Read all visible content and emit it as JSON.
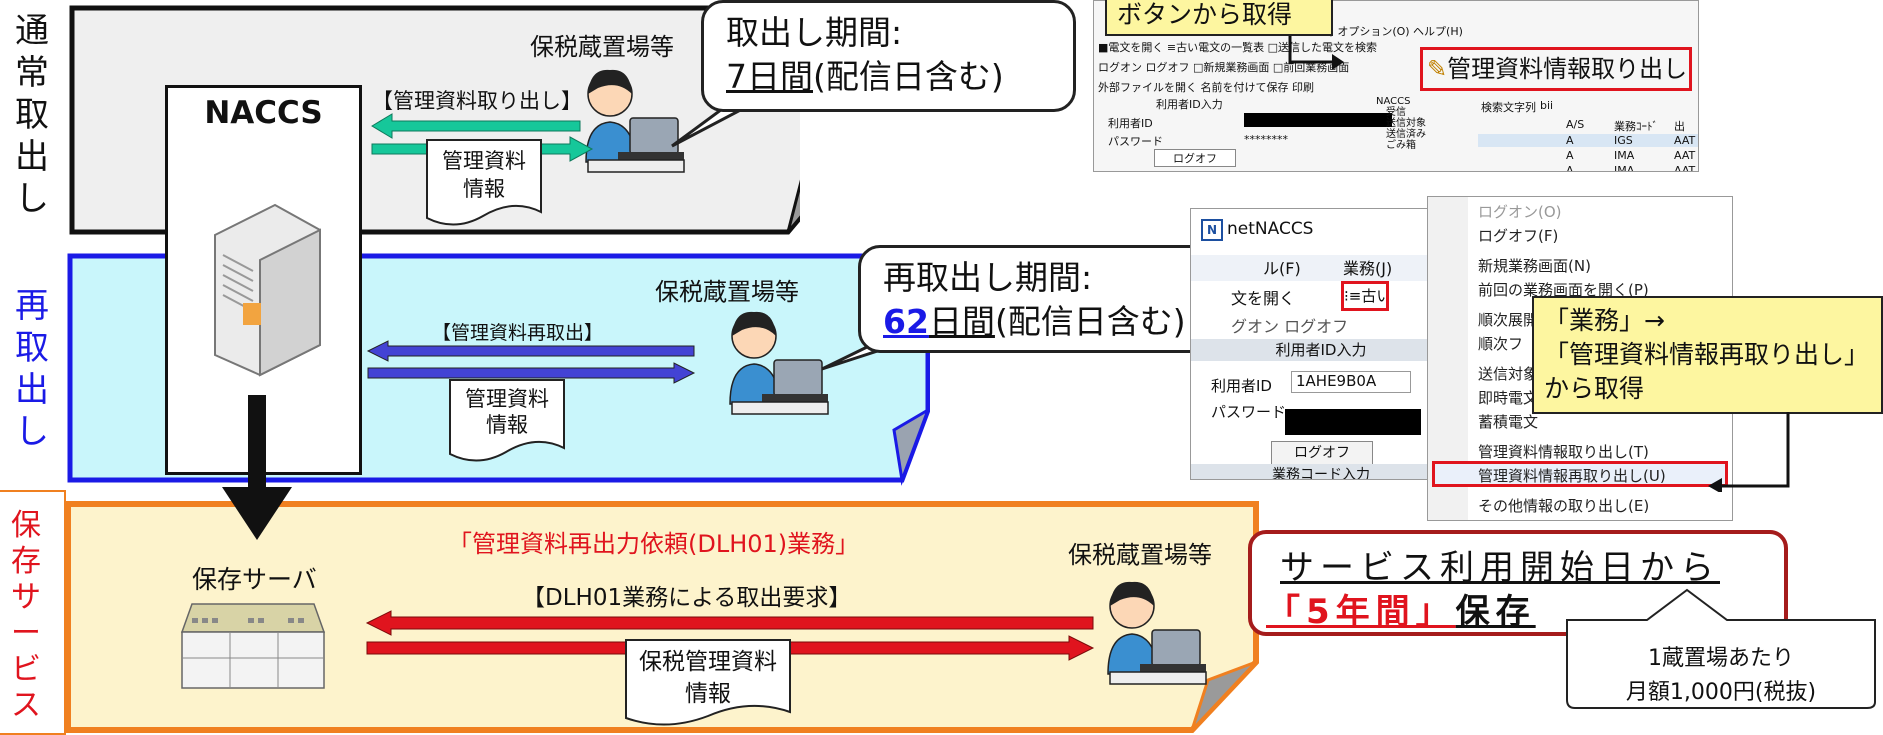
{
  "rows": {
    "normal": {
      "label": "通常取出し",
      "facility": "保税蔵置場等",
      "flow_label": "【管理資料取り出し】",
      "doc": [
        "管理資料",
        "情報"
      ],
      "bubble": {
        "title": "取出し期間:",
        "days": "7日間",
        "note": "(配信日含む)"
      }
    },
    "re": {
      "label": "再取出し",
      "facility": "保税蔵置場等",
      "flow_label": "【管理資料再取出】",
      "doc": [
        "管理資料",
        "情報"
      ],
      "bubble": {
        "title": "再取出し期間:",
        "days": "62",
        "days_unit": "日間",
        "note": "(配信日含む)"
      }
    },
    "storage": {
      "label": "保存サービス",
      "facility": "保税蔵置場等",
      "title": "「管理資料再出力依頼(DLH01)業務」",
      "flow_label": "【DLH01業務による取出要求】",
      "server": "保存サーバ",
      "doc": [
        "保税管理資料",
        "情報"
      ],
      "retention": {
        "prefix": "サービス利用開始日から",
        "period": "「5年間」",
        "suffix": "保存"
      },
      "fee": [
        "1蔵置場あたり",
        "月額1,000円(税抜)"
      ]
    }
  },
  "naccs": {
    "label": "NACCS"
  },
  "screenshot_top": {
    "note_partial": "ボタンから取得",
    "menu": "V)  オプション(O)  ヘルプ(H)",
    "toolbar1": "■電文を開く  ≡古い電文の一覧表  □送信した電文を検索",
    "toolbar2": "ログオン  ログオフ  □新規業務画面  □前回業務画面",
    "toolbar3": "外部ファイルを開く  名前を付けて保存  印刷",
    "highlight_button": "管理資料情報取り出し",
    "login_header": "利用者ID入力",
    "user_id_label": "利用者ID",
    "password_label": "パスワード",
    "password_value": "********",
    "logoff": "ログオフ",
    "tree": [
      "NACCS",
      "受信",
      "送信対象",
      "送信済み",
      "ごみ箱"
    ],
    "search_label": "検索文字列",
    "search_value": "bii",
    "table_headers": [
      "A/S",
      "業務ｺｰﾄﾞ",
      "出"
    ],
    "table_rows": [
      [
        "A",
        "IGS",
        "AAT"
      ],
      [
        "A",
        "IMA",
        "AAT"
      ],
      [
        "A",
        "IMA",
        "AAT"
      ]
    ]
  },
  "screenshot_bottom": {
    "app_title": "netNACCS",
    "menu": [
      "ル(F)",
      "業務(J)"
    ],
    "toolbar1": "文を開く",
    "old_label": "古い電",
    "toolbar2": "グオン  ログオフ",
    "login_header": "利用者ID入力",
    "user_id_label": "利用者ID",
    "user_id_value": "1AHE9B0A",
    "password_label": "パスワード",
    "logoff": "ログオフ",
    "code_label": "業務コード入力",
    "menu_items": [
      "ログオン(O)",
      "ログオフ(F)",
      "新規業務画面(N)",
      "前回の業務画面を開く(P)",
      "順次展開",
      "順次フ",
      "送信対象",
      "即時電文",
      "蓄積電文",
      "管理資料情報取り出し(T)",
      "管理資料情報再取り出し(U)",
      "その他情報の取り出し(E)"
    ],
    "note": [
      "「業務」→",
      "「管理資料情報再取り出し」",
      "から取得"
    ]
  },
  "colors": {
    "red": "#e0141e",
    "blue": "#1a1ae6",
    "cyan": "#c9f6fb",
    "gray": "#efefef",
    "cream": "#fdf3cc",
    "orange": "#f08020",
    "green": "#16c79a",
    "navy": "#4343d4"
  }
}
